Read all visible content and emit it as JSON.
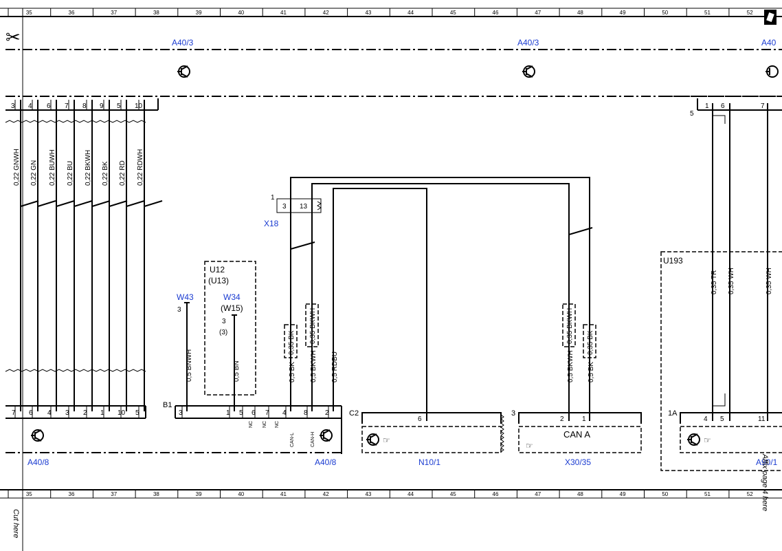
{
  "ruler": {
    "columns": [
      "35",
      "36",
      "37",
      "38",
      "39",
      "40",
      "41",
      "42",
      "43",
      "44",
      "45",
      "46",
      "47",
      "48",
      "49",
      "50",
      "51",
      "52"
    ]
  },
  "cut_labels": {
    "top_symbol": "✂",
    "bottom": "Cut here"
  },
  "affix_label": "Affix page 4 here",
  "components": {
    "a40_3_left": "A40/3",
    "a40_3_mid": "A40/3",
    "a40_3_right": "A40",
    "a40_8_left": "A40/8",
    "a40_8_right": "A40/8",
    "n10_1": "N10/1",
    "x30_35": "X30/35",
    "a90_1": "A90/1",
    "u193": "U193",
    "x18": "X18",
    "w43": "W43",
    "w34": "W34",
    "w15": "(W15)",
    "u12": "U12",
    "u13": "(U13)",
    "can_a": "CAN A",
    "b1": "B1",
    "c2": "C2",
    "one_a": "1A"
  },
  "top_pins": [
    "3",
    "4",
    "6",
    "7",
    "8",
    "9",
    "5",
    "10"
  ],
  "top_wires": [
    "0,22 GNWH",
    "0,22 GN",
    "0,22 BUWH",
    "0,22 BU",
    "0,22 BKWH",
    "0,22 BK",
    "0,22 RD",
    "0,22 RDWH"
  ],
  "bottom_left_pins": [
    "7",
    "6",
    "4",
    "3",
    "2",
    "1",
    "10",
    "5"
  ],
  "bottom_mid_pins": [
    "3",
    "1",
    "5",
    "6",
    "7",
    "4",
    "8",
    "2"
  ],
  "nc_labels": [
    "NC",
    "NC",
    "NC"
  ],
  "can_labels": [
    "CAN-L",
    "CAN-H"
  ],
  "mid_wires": {
    "w43_wire": "0,5 BNWH",
    "w34_wire": "0,5 BN",
    "can_l_wire": "0,5 BK",
    "can_h_wire": "0,5 BKWH",
    "rdbu_wire": "0,5 RDBU",
    "x30_a": "0,5 BKWH",
    "x30_b": "0,5 BK",
    "boxed_1": "0,35 BK",
    "boxed_2": "0,35 BKWH",
    "boxed_3": "0,35 BKWH",
    "boxed_4": "0,35 BK",
    "right_1": "0,35 TR",
    "right_2": "0,35 WH",
    "right_3": "0,35 WH"
  },
  "pin_numbers": {
    "w43_pin": "3",
    "w34_pin": "3",
    "w34_pin_alt": "(3)",
    "x18_pin_a": "3",
    "x18_pin_b": "13",
    "x18_pin_1": "1",
    "n10_pin": "6",
    "x30_pin_a": "2",
    "x30_pin_b": "1",
    "x30_pin_3": "3",
    "u193_pin_5": "5",
    "u193_pin_1": "1",
    "u193_pin_6": "6",
    "u193_pin_7": "7",
    "a90_pin_4": "4",
    "a90_pin_5": "5",
    "a90_pin_11": "11"
  },
  "colors": {
    "label_blue": "#1a3bd1",
    "line": "#000000"
  }
}
